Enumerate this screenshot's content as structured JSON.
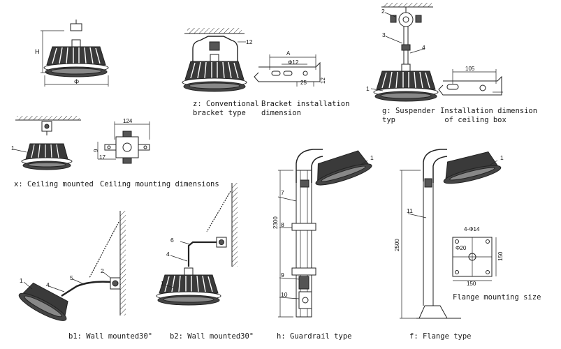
{
  "captions": {
    "conventional": "z: Conventional\nbracket type",
    "bracket_install": "Bracket installation\ndimension",
    "suspender": "g: Suspender\ntyp",
    "ceiling_box": "Installation dimension\n of ceiling box",
    "ceiling_mounted": "x: Ceiling mounted",
    "ceiling_dims": "Ceiling mounting dimensions",
    "wall_b1": "b1: Wall mounted30°",
    "wall_b2": "b2: Wall mounted30°",
    "guardrail": "h: Guardrail type",
    "flange": "f: Flange type",
    "flange_size": "Flange mounting size"
  },
  "dimensions": {
    "H": "H",
    "phi": "Φ",
    "A": "A",
    "phi12": "Φ12",
    "d25": "25",
    "d12": "12",
    "d105": "105",
    "d124": "124",
    "d17": "17",
    "d9": "9",
    "d2300": "2300",
    "d2500": "2500",
    "flange_bolts": "4-Φ14",
    "phi20": "Φ20",
    "d150a": "150",
    "d150b": "150"
  },
  "part_numbers": {
    "n12": "12",
    "n2_susp": "2",
    "n3": "3",
    "n4_susp": "4",
    "n1_susp": "1",
    "n1_ceil": "1",
    "n1_b1": "1",
    "n4_b1": "4",
    "n5": "5",
    "n2_b1": "2",
    "n6": "6",
    "n4_b2": "4",
    "n1_b2": "1",
    "n7": "7",
    "n8": "8",
    "n9": "9",
    "n10": "10",
    "n1_h": "1",
    "n11": "11",
    "n1_f": "1"
  }
}
